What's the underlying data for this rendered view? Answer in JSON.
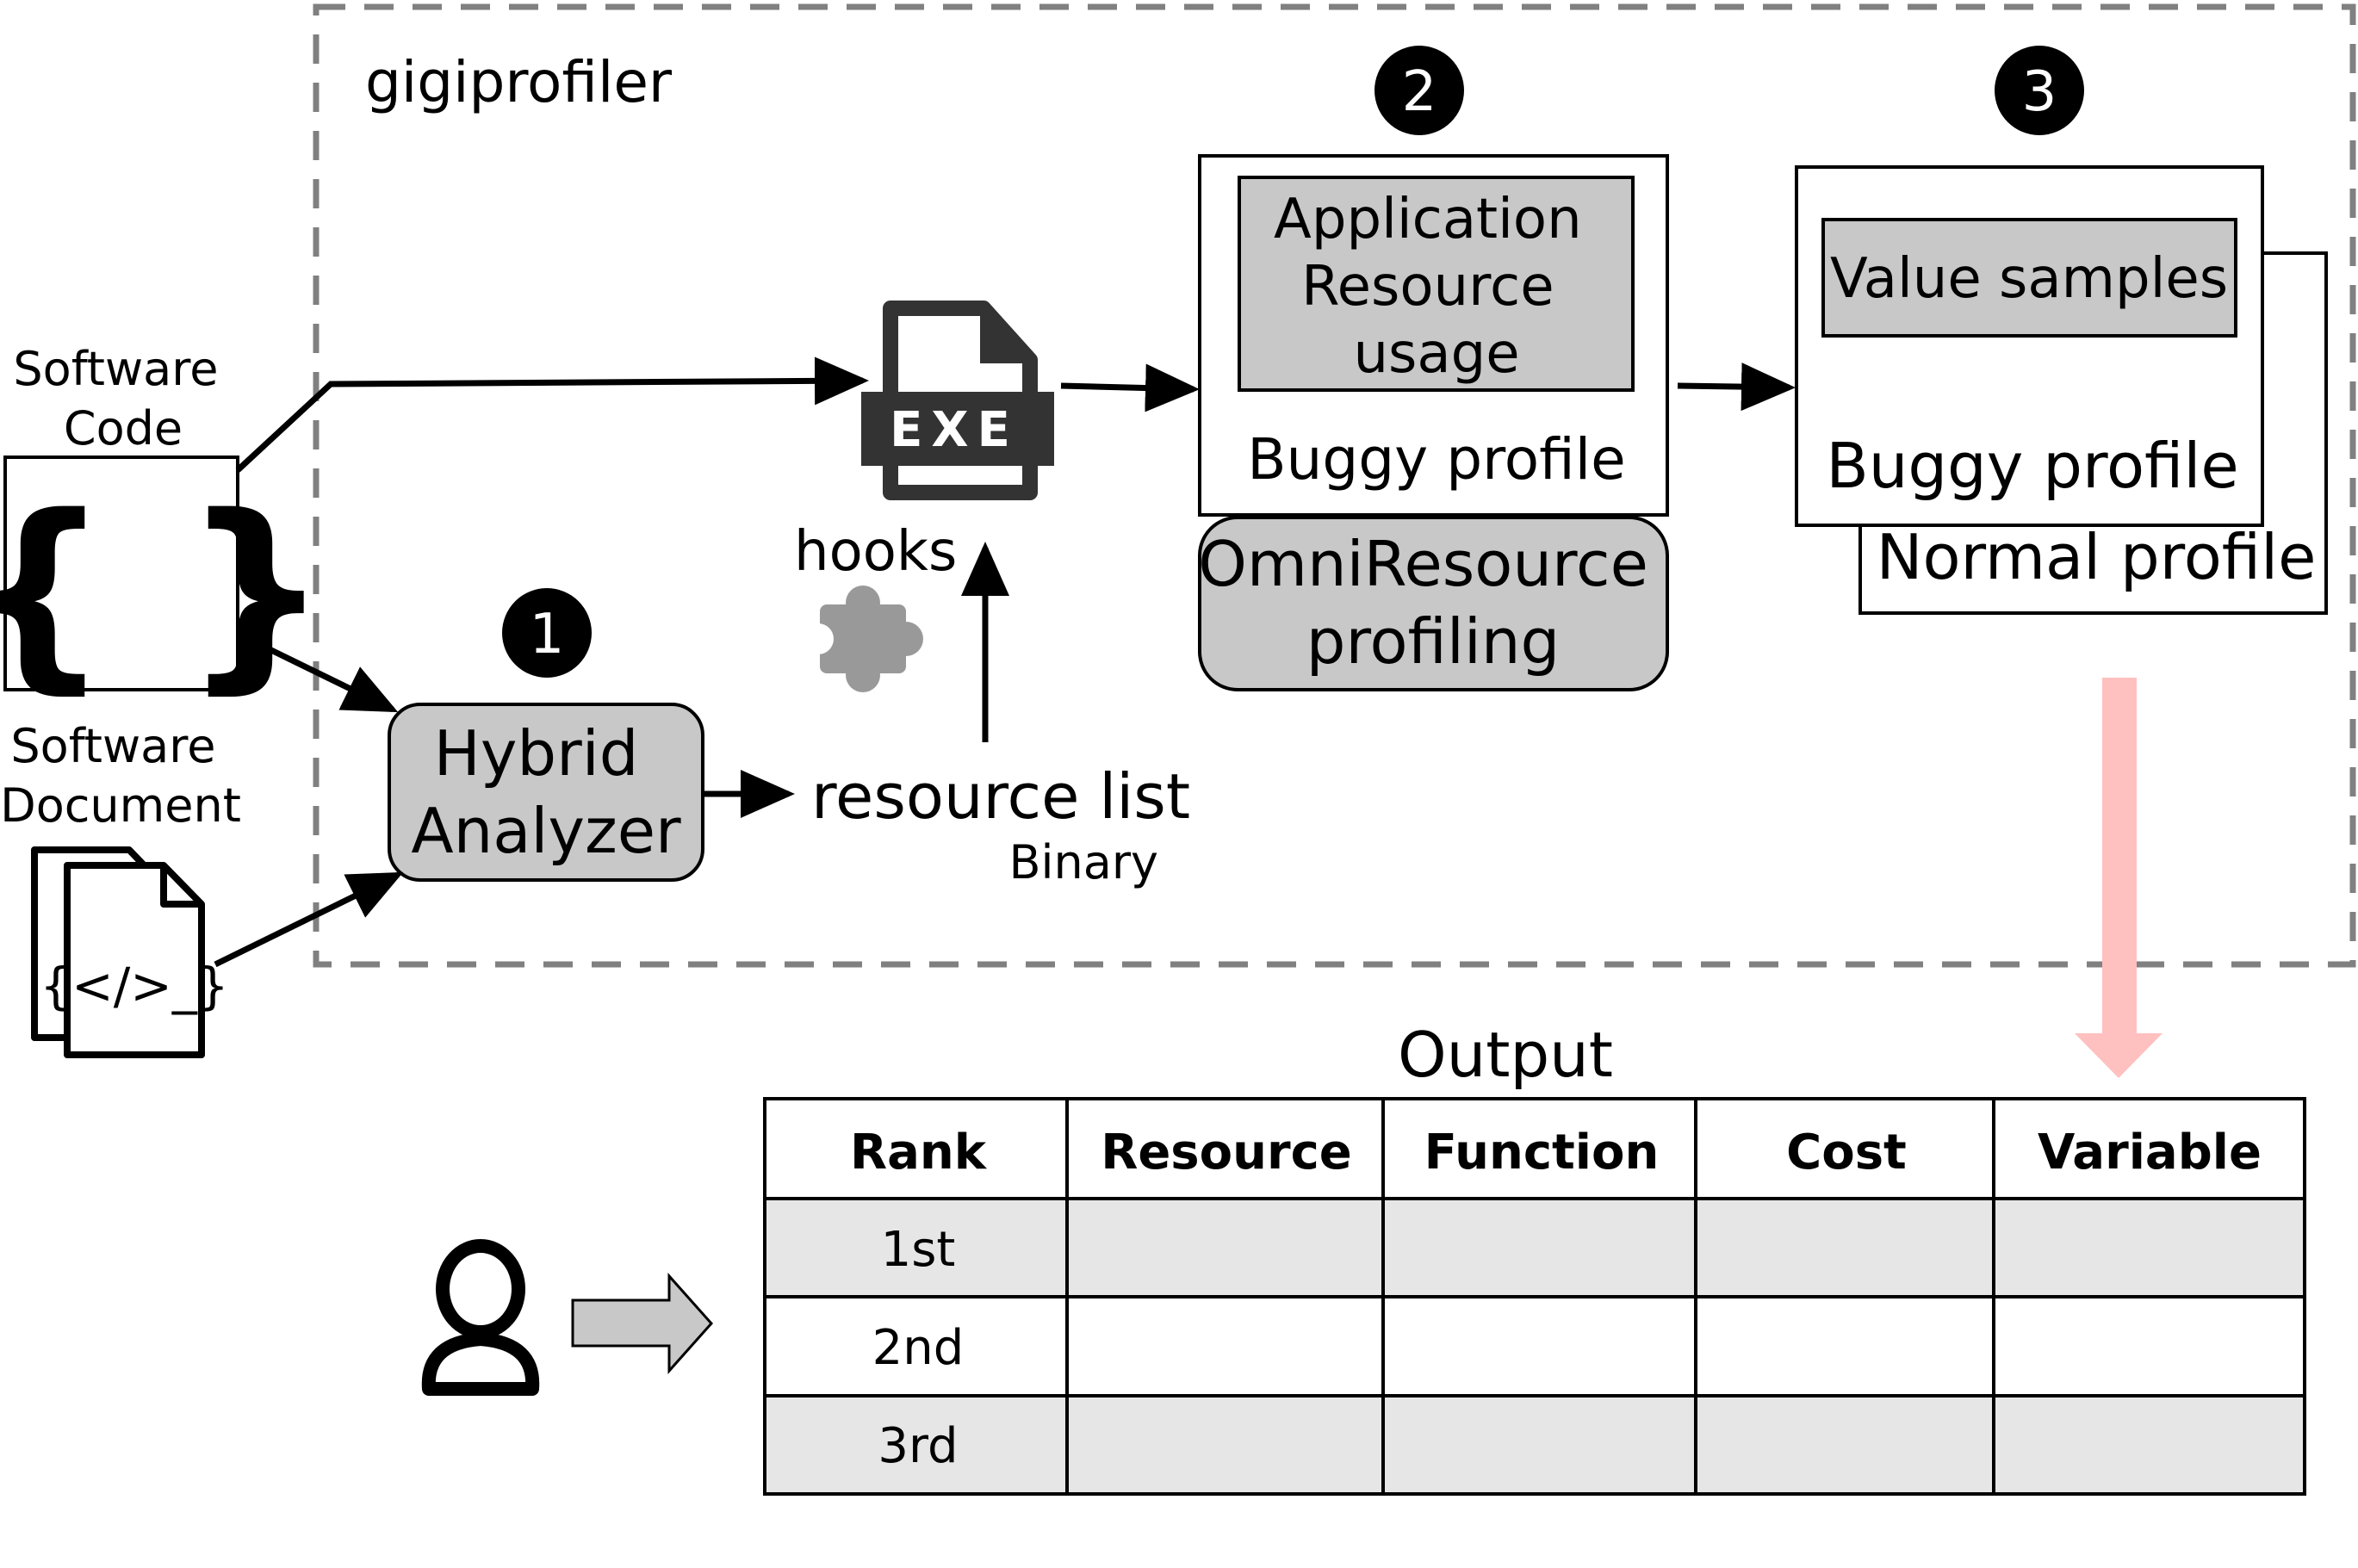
{
  "frame": {
    "title": "gigiprofiler"
  },
  "inputs": {
    "code_label": [
      "Software",
      "Code"
    ],
    "code_glyph": "{ }",
    "doc_label": [
      "Software",
      "Document"
    ],
    "doc_glyph": "{</>_}"
  },
  "steps": {
    "step1": "1",
    "step2": "2",
    "step3": "3"
  },
  "analyzer": {
    "label": [
      "Hybrid",
      "Analyzer"
    ]
  },
  "resource_list": {
    "label": "resource list",
    "sub_label": "Binary"
  },
  "executable": {
    "badge": "EXE",
    "hooks_label": "hooks"
  },
  "omni": {
    "inner": [
      "Application",
      "Resource",
      "usage"
    ],
    "buggy_label": "Buggy profile",
    "profiling": [
      "OmniResource",
      "profiling"
    ]
  },
  "profiles": {
    "value_samples": "Value samples",
    "buggy_label": "Buggy profile",
    "normal_label": "Normal profile"
  },
  "output": {
    "title": "Output",
    "headers": [
      "Rank",
      "Resource",
      "Function",
      "Cost",
      "Variable"
    ],
    "rows": [
      [
        "1st",
        "",
        "",
        "",
        ""
      ],
      [
        "2nd",
        "",
        "",
        "",
        ""
      ],
      [
        "3rd",
        "",
        "",
        "",
        ""
      ]
    ]
  },
  "colors": {
    "frame_dash": "#808080",
    "box_fill": "#c8c8c8",
    "row_shade": "#e6e6e6",
    "pink_arrow": "#ffc0c0",
    "gray_arrow": "#c8c8c8",
    "exe_icon": "#333333",
    "puzzle": "#999999"
  },
  "icons": [
    "curly-braces-icon",
    "document-code-icon",
    "exe-file-icon",
    "puzzle-icon",
    "user-icon"
  ]
}
